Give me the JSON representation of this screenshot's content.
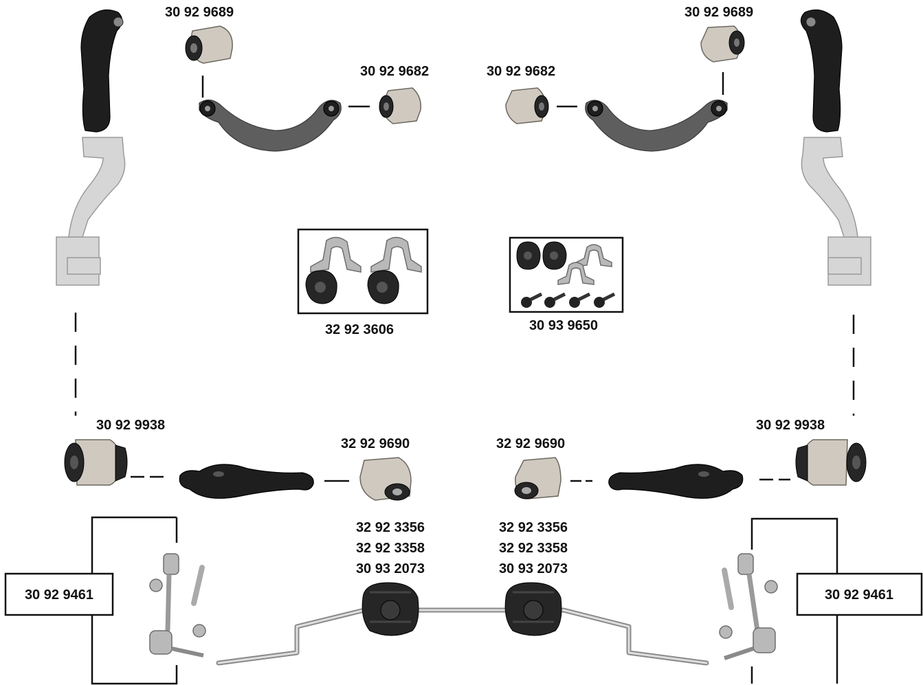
{
  "labels": {
    "upper_bush_outer": "30 92 9689",
    "upper_bush_inner": "30 92 9682",
    "kit_left": "32 92 3606",
    "kit_right": "30 93 9650",
    "lower_bush_outer": "30 92 9938",
    "lower_bush_inner": "32 92 9690",
    "stab_bush_1": "32 92 3356",
    "stab_bush_2": "32 92 3358",
    "stab_bush_3": "30 93 2073",
    "link": "30 92 9461"
  },
  "colors": {
    "text": "#111111",
    "arm": "#5e5e5e",
    "rubber": "#262626",
    "ghost": "#d6d6d6"
  }
}
